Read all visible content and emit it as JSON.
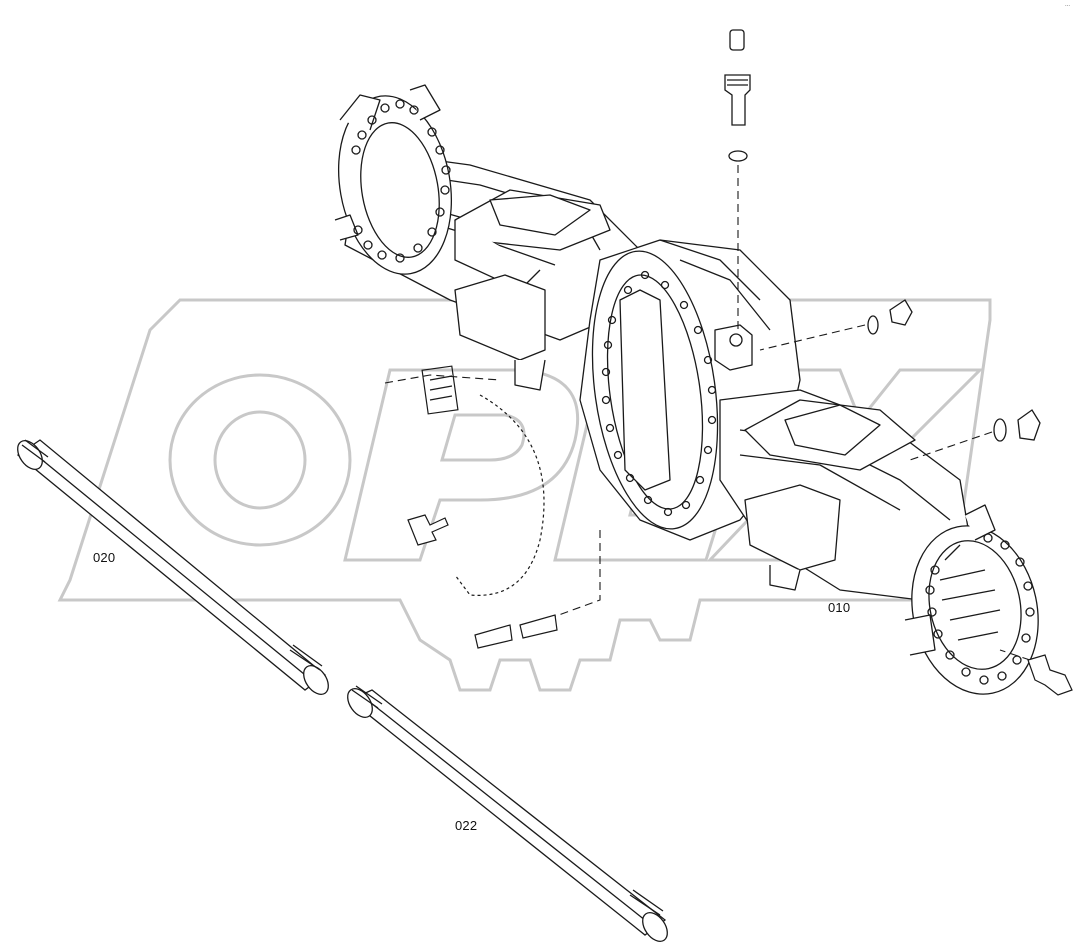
{
  "diagram": {
    "part_labels": {
      "axle_housing": "010",
      "axle_shaft_left": "020",
      "axle_shaft_right": "022"
    },
    "watermark": {
      "text": "OPEX",
      "color": "#c8c8c8"
    },
    "line_color": "#1a1a1a",
    "corner_mark": "..."
  }
}
